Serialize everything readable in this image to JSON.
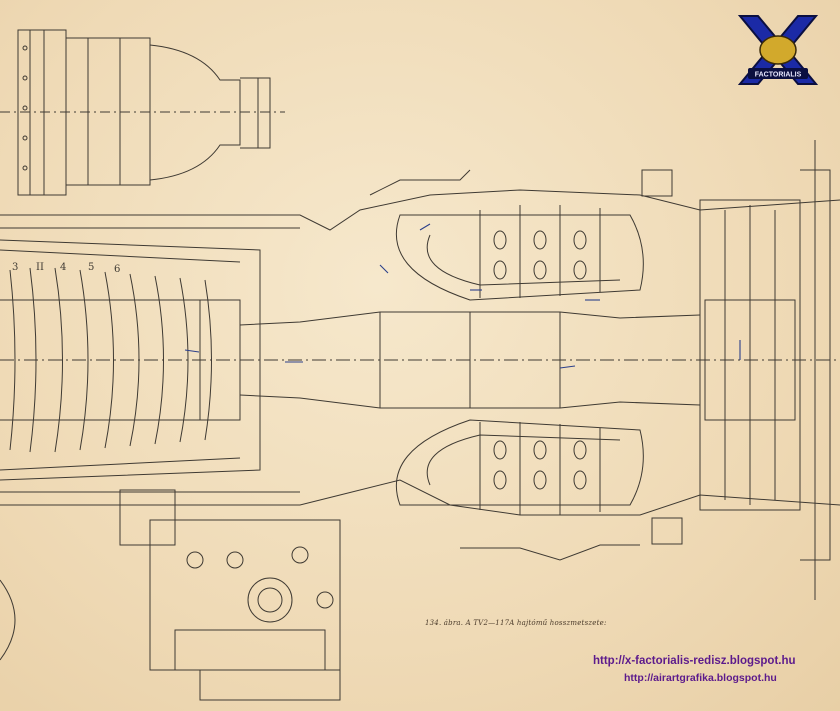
{
  "caption": "134. ábra. A TV2—117A hajtómű hosszmetszete:",
  "watermark": {
    "logo_text": "FACTORIALIS",
    "url_primary": "http://x-factorialis-redisz.blogspot.hu",
    "url_secondary": "http://airartgrafika.blogspot.hu"
  },
  "compressor_stage_labels": [
    "3",
    "II",
    "4",
    "5",
    "6"
  ],
  "colors": {
    "paper": "#f1dfbf",
    "ink": "#3f3a33",
    "pen": "#2b3f8a",
    "watermark_text": "#5c1a8c",
    "logo_blue": "#1b2aa6"
  },
  "icons": [
    "factorialis-logo-icon",
    "engine-cross-section-drawing"
  ]
}
